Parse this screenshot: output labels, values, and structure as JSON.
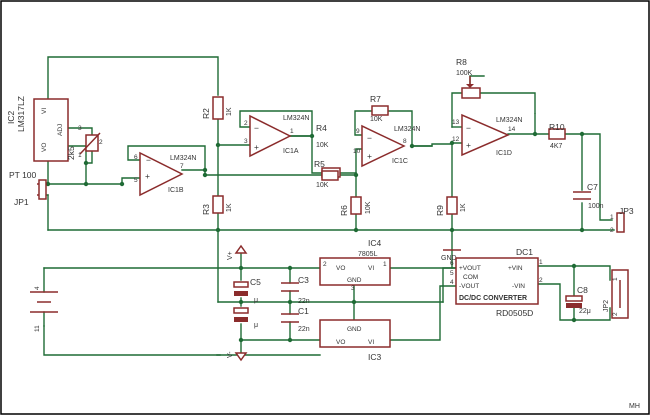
{
  "border_color": "#000000",
  "wire_color": "#1f6b35",
  "part_color": "#8b2c2c",
  "author": "MH",
  "components": {
    "ic2": {
      "ref": "IC2",
      "value": "LM317LZ",
      "pins": [
        "VO",
        "VI",
        "ADJ",
        "1",
        "2",
        "3"
      ]
    },
    "r_trim_2k5": {
      "value": "2k5"
    },
    "pt100": {
      "label": "PT 100",
      "ref": "JP1"
    },
    "ic1b": {
      "ref": "IC1B",
      "value": "LM324N",
      "pins": [
        "6",
        "5",
        "7"
      ]
    },
    "ic1a": {
      "ref": "IC1A",
      "value": "LM324N",
      "pins": [
        "2",
        "3",
        "1"
      ]
    },
    "ic1c": {
      "ref": "IC1C",
      "value": "LM324N",
      "pins": [
        "9",
        "10",
        "8"
      ]
    },
    "ic1d": {
      "ref": "IC1D",
      "value": "LM324N",
      "pins": [
        "13",
        "12",
        "14"
      ]
    },
    "r2": {
      "ref": "R2",
      "value": "1K"
    },
    "r3": {
      "ref": "R3",
      "value": "1K"
    },
    "r4": {
      "ref": "R4",
      "value": "10K"
    },
    "r5": {
      "ref": "R5",
      "value": "10K"
    },
    "r6": {
      "ref": "R6",
      "value": "10K"
    },
    "r7": {
      "ref": "R7",
      "value": "10K"
    },
    "r8": {
      "ref": "R8",
      "value": "100K"
    },
    "r9": {
      "ref": "R9",
      "value": "1K"
    },
    "r10": {
      "ref": "R10",
      "value": "4K7"
    },
    "c7": {
      "ref": "C7",
      "value": "100n"
    },
    "jp3": {
      "ref": "JP3",
      "pins": [
        "1",
        "2"
      ]
    },
    "gnd": {
      "label": "GND"
    },
    "ic4": {
      "ref": "IC4",
      "value": "7805L",
      "pins": [
        "VO",
        "VI",
        "GND",
        "1",
        "2",
        "3"
      ]
    },
    "ic3": {
      "ref": "IC3",
      "pins": [
        "VO",
        "VI",
        "GND"
      ]
    },
    "dc1": {
      "ref": "DC1",
      "value": "RD0505D",
      "title": "DC/DC CONVERTER",
      "pins": [
        "+VOUT",
        "+VIN",
        "COM",
        "-VOUT",
        "-VIN",
        "6",
        "5",
        "4",
        "1",
        "2"
      ]
    },
    "c3": {
      "ref": "C3",
      "value": "22n"
    },
    "c1": {
      "ref": "C1",
      "value": "22n"
    },
    "c5": {
      "ref": "C5",
      "value": "μ"
    },
    "c_low": {
      "value": "μ"
    },
    "c8": {
      "ref": "C8",
      "value": "22μ"
    },
    "vplus": {
      "label": "V+"
    },
    "vminus": {
      "label": "V-"
    },
    "battery": {
      "pins": [
        "4",
        "11"
      ]
    },
    "jp2": {
      "ref": "JP2",
      "pins": [
        "1",
        "2"
      ]
    }
  }
}
